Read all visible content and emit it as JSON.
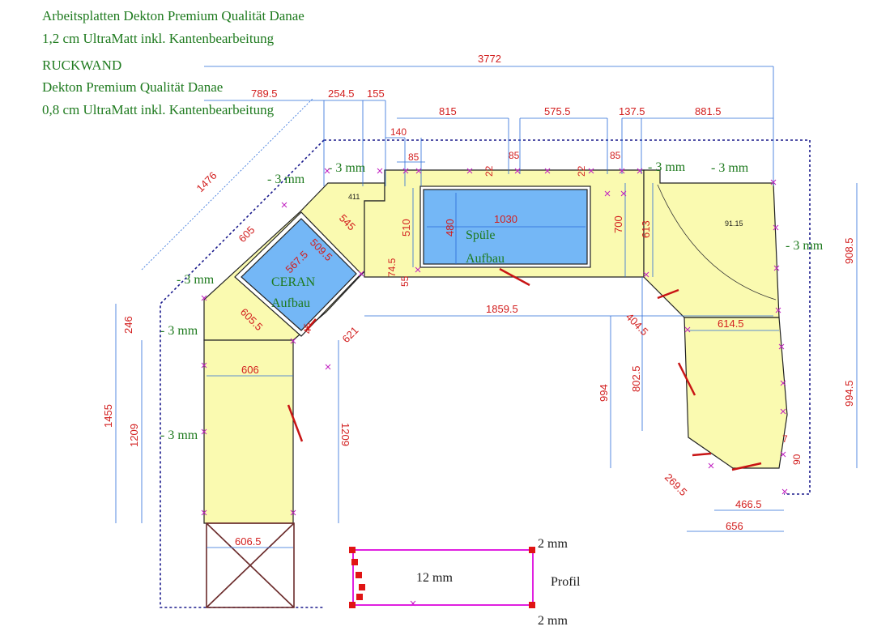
{
  "notes": {
    "line1": "Arbeitsplatten Dekton Premium Qualität Danae",
    "line2": "1,2 cm UltraMatt  inkl. Kantenbearbeitung",
    "line3": "RUCKWAND",
    "line4": "Dekton Premium Qualität Danae",
    "line5": "0,8 cm UltraMatt inkl. Kantenbearbeitung"
  },
  "dimensions": {
    "overall": "3772",
    "d789": "789.5",
    "d254": "254.5",
    "d155": "155",
    "d815": "815",
    "d575": "575.5",
    "d137": "137.5",
    "d881": "881.5",
    "d140": "140",
    "d85a": "85",
    "d85b": "85",
    "d85c": "85",
    "d22a": "22",
    "d22b": "22",
    "d1476": "1476",
    "d605": "605",
    "d545": "545",
    "d411": "411",
    "d567": "567.5",
    "d509": "509.5",
    "d605b": "605.5",
    "d621": "621",
    "d606": "606",
    "d510": "510",
    "d480": "480",
    "d1030": "1030",
    "d700": "700",
    "d613": "613",
    "d745": "74.5",
    "d55": "55",
    "d1859": "1859.5",
    "d908": "908.5",
    "d994b": "994.5",
    "d614": "614.5",
    "d404": "404.5",
    "d994": "994",
    "d802": "802.5",
    "d269": "269.5",
    "d466": "466.5",
    "d656": "656",
    "d246": "246",
    "d1455": "1455",
    "d1209a": "1209",
    "d1209b": "1209",
    "d6065": "606.5",
    "d45": "45",
    "d7": "7",
    "d90": "90",
    "d9115": "91.15"
  },
  "labels": {
    "mm_top_left": "- 3 mm",
    "mm_top_mid": "- 3 mm",
    "mm_top_right1": "- 3 mm",
    "mm_top_right2": "- 3 mm",
    "mm_right": "- 3 mm",
    "mm_left1": "- 3 mm",
    "mm_left2": "- 3 mm",
    "mm_left3": "- 3 mm",
    "sink_line1": "Spüle",
    "sink_line2": "Aufbau",
    "hob_line1": "CERAN",
    "hob_line2": "Aufbau",
    "profile_label": "Profil",
    "profile_thickness": "12 mm",
    "profile_top": "2 mm",
    "profile_bottom": "2 mm"
  },
  "colors": {
    "countertop": "#fafab0",
    "cutout": "#74b7f6",
    "dimension": "#d21e1e",
    "dimension_line": "#2a6bd9",
    "outline_dotted": "#1a1a8c",
    "marker": "#c020c0",
    "note_text": "#1e7a1e",
    "profile": "#e020e0"
  }
}
